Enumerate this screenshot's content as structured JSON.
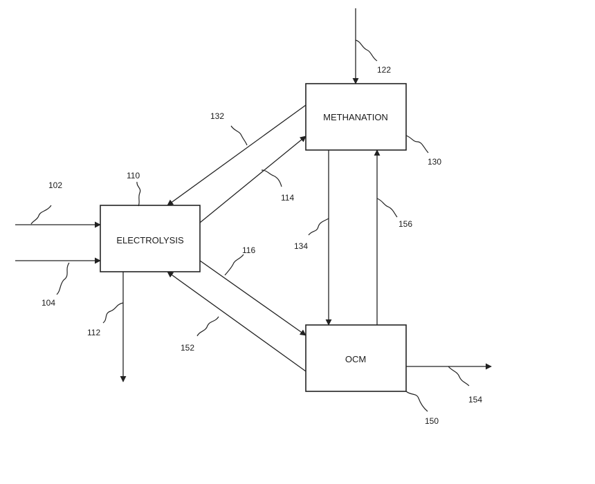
{
  "boxes": {
    "electrolysis": "ELECTROLYSIS",
    "methanation": "METHANATION",
    "ocm": "OCM"
  },
  "refs": {
    "r102": "102",
    "r104": "104",
    "r110": "110",
    "r112": "112",
    "r114": "114",
    "r116": "116",
    "r122": "122",
    "r130": "130",
    "r132": "132",
    "r134": "134",
    "r150": "150",
    "r152": "152",
    "r154": "154",
    "r156": "156"
  },
  "colors": {
    "stroke": "#222222",
    "background": "#ffffff"
  }
}
